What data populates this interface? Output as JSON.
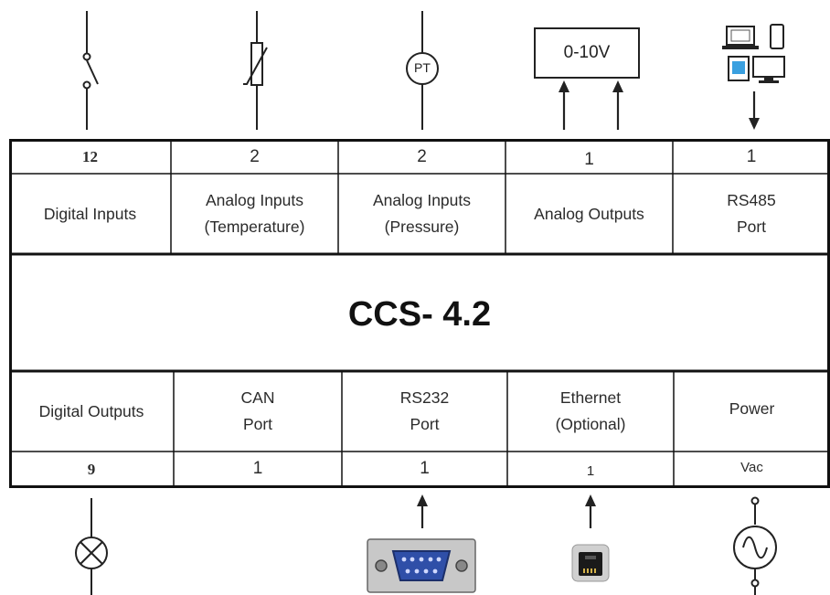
{
  "title": "CCS- 4.2",
  "top_row": [
    {
      "count": "12",
      "label": [
        "Digital Inputs"
      ]
    },
    {
      "count": "2",
      "label": [
        "Analog Inputs",
        "(Temperature)"
      ]
    },
    {
      "count": "2",
      "label": [
        "Analog Inputs",
        "(Pressure)"
      ]
    },
    {
      "count": "1",
      "label": [
        "Analog Outputs"
      ]
    },
    {
      "count": "1",
      "label": [
        "RS485",
        "Port"
      ]
    }
  ],
  "bottom_row": [
    {
      "count": "9",
      "label": [
        "Digital Outputs"
      ]
    },
    {
      "count": "1",
      "label": [
        "CAN",
        "Port"
      ]
    },
    {
      "count": "1",
      "label": [
        "RS232",
        "Port"
      ]
    },
    {
      "count": "1",
      "label": [
        "Ethernet",
        "(Optional)"
      ]
    },
    {
      "count": "Vac",
      "label": [
        "Power"
      ]
    }
  ],
  "symbols": {
    "analog_output_box": "0-10V",
    "pressure_sensor": "PT"
  },
  "icons": [
    "switch-icon",
    "thermistor-icon",
    "pressure-transducer-icon",
    "devices-icon",
    "lamp-icon",
    "db9-connector-icon",
    "ethernet-port-icon",
    "ac-source-icon"
  ]
}
